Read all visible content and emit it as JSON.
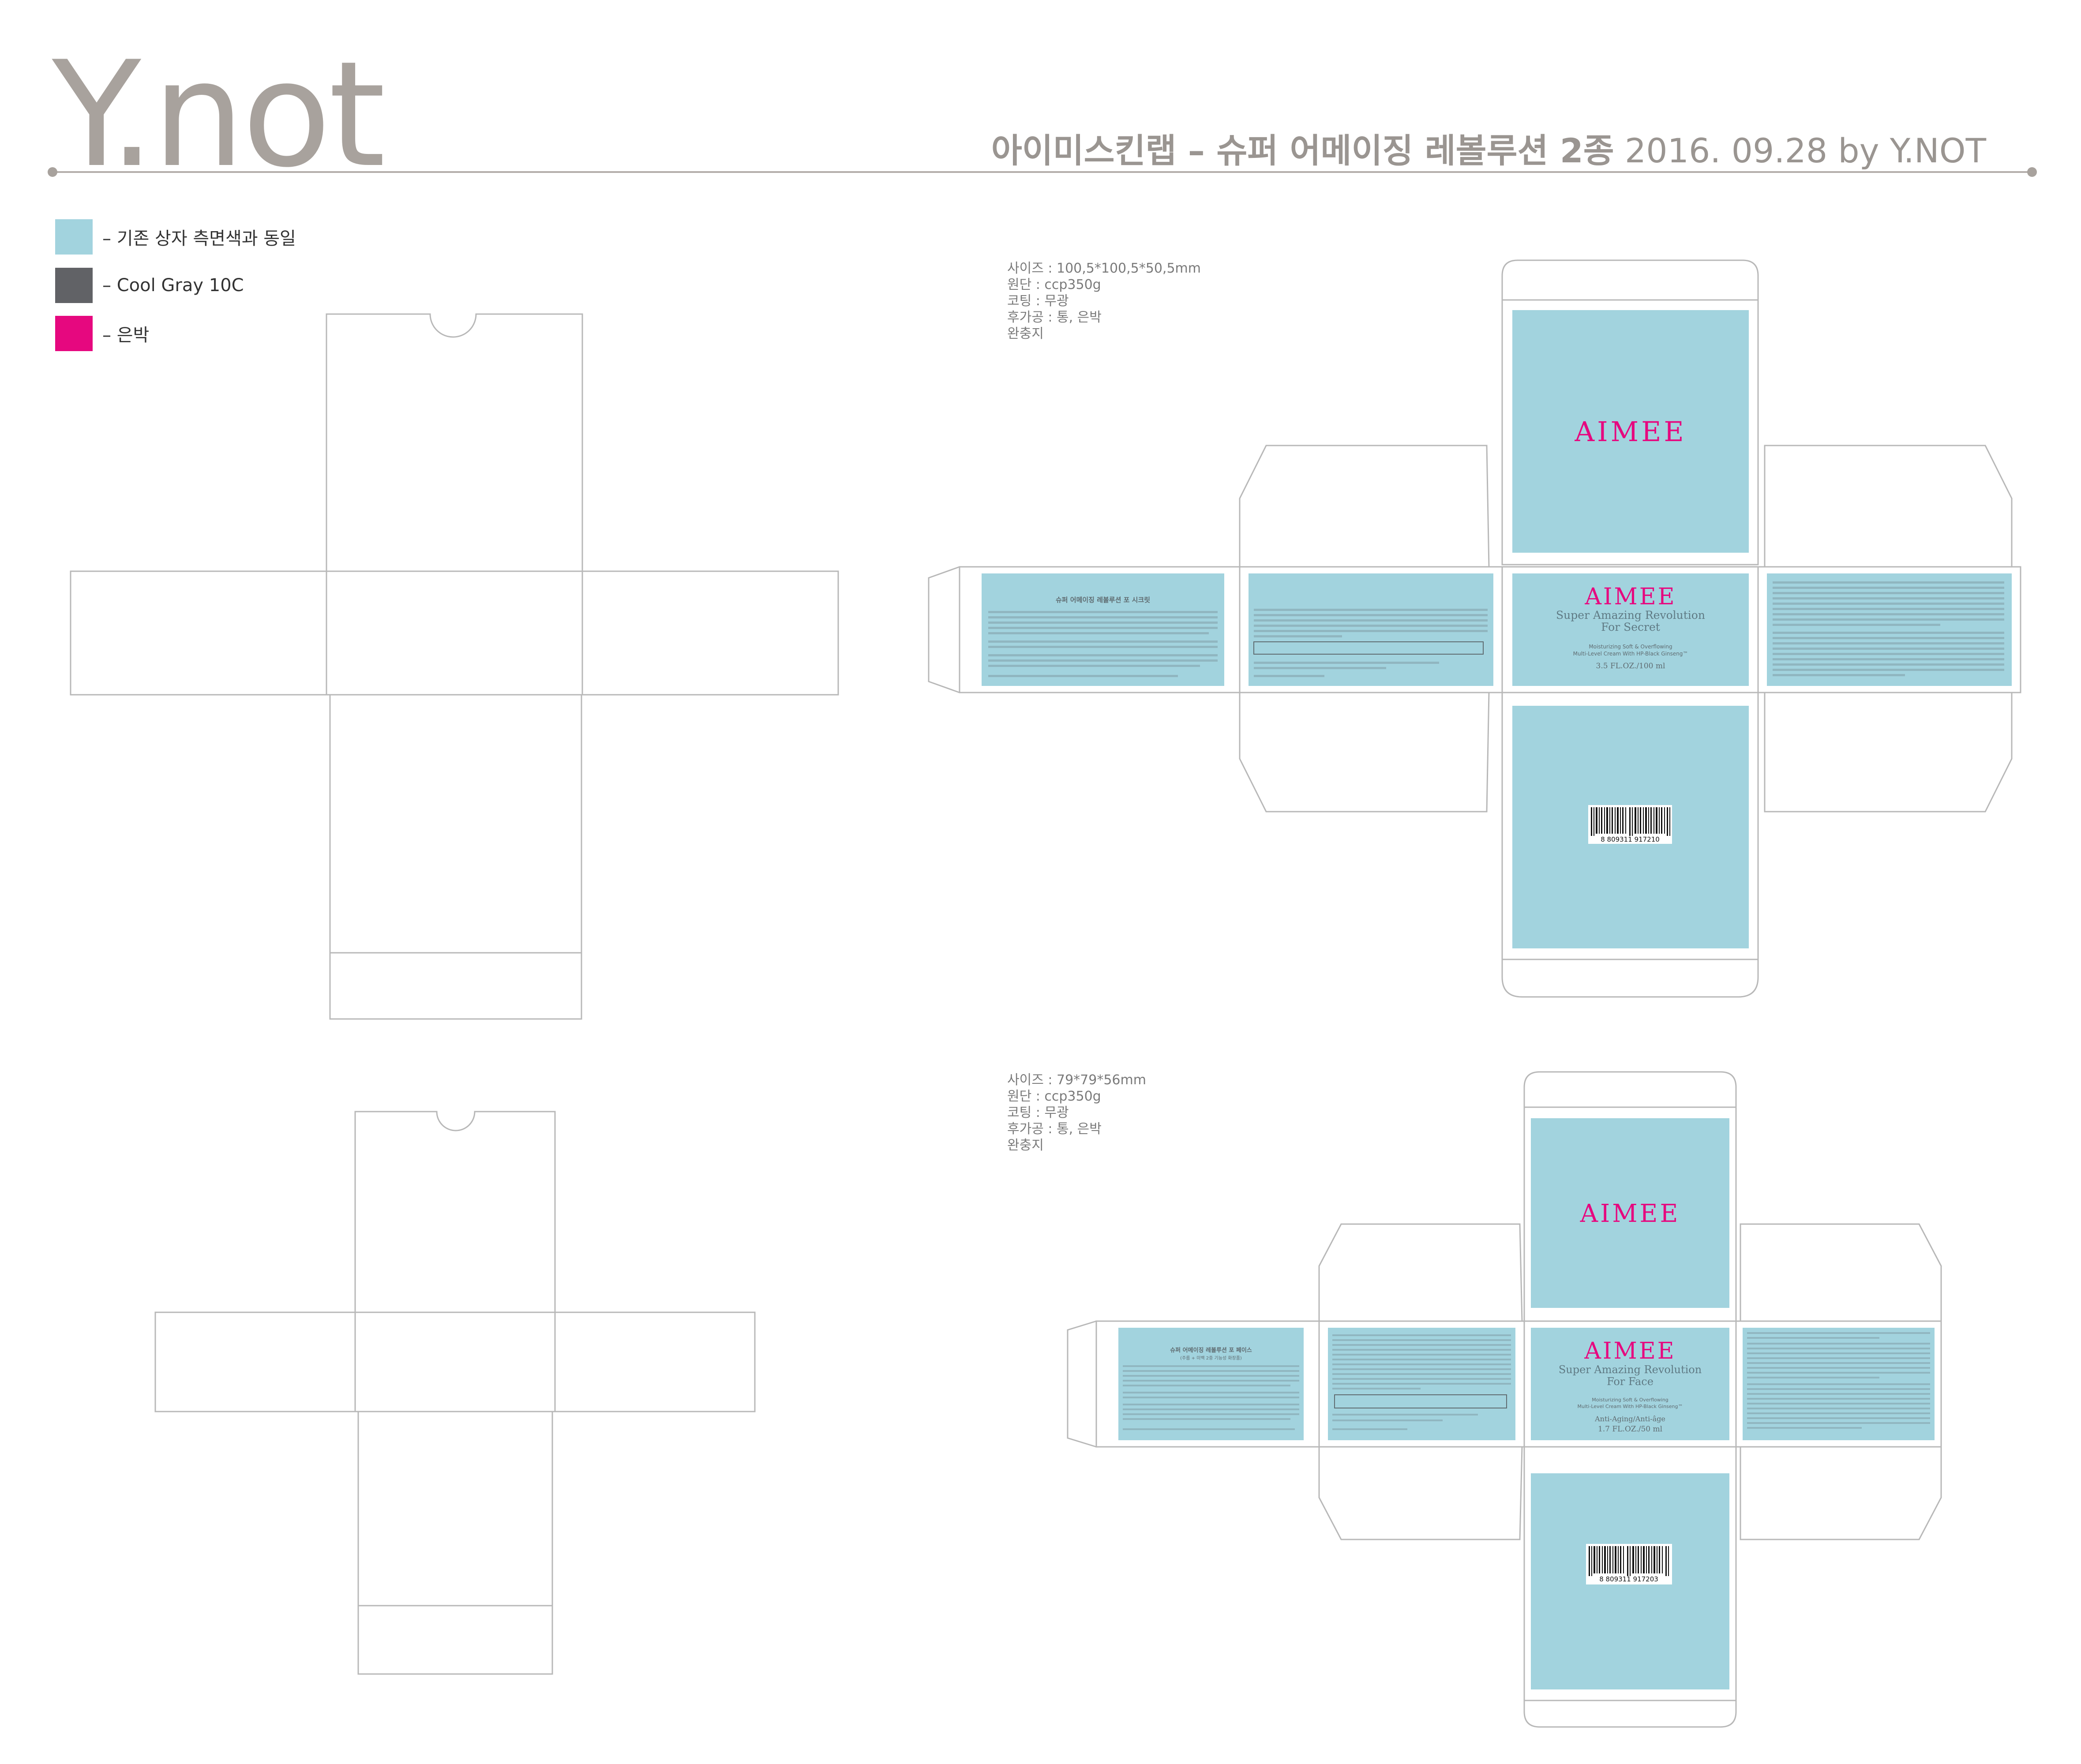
{
  "header": {
    "logo": "Y.not",
    "title_bold": "아이미스킨랩 – 슈퍼 어메이징 레볼루션 2종",
    "title_date": " 2016. 09.28 by Y.NOT"
  },
  "legend": [
    {
      "label": "– 기존 상자 측면색과 동일",
      "color": "#a2d3de"
    },
    {
      "label": "– Cool Gray 10C",
      "color": "#616266"
    },
    {
      "label": "– 은박",
      "color": "#e6087f"
    }
  ],
  "box1": {
    "spec": [
      "사이즈 : 100,5*100,5*50,5mm",
      "원단 : ccp350g",
      "코팅 : 무광",
      "후가공 : 통, 은박",
      "완충지"
    ],
    "brand": "AIMEE",
    "product_line1": "Super Amazing Revolution",
    "product_line2": "For Secret",
    "sub1": "Moisturizing Soft & Overflowing",
    "sub2": "Multi-Level Cream With HP-Black Ginseng™",
    "volume": "3.5 FL.OZ./100 ml",
    "korean_title": "슈퍼 어메이징 레볼루션 포 시크릿",
    "barcode": "8 809311 917210"
  },
  "box2": {
    "spec": [
      "사이즈 : 79*79*56mm",
      "원단 : ccp350g",
      "코팅 : 무광",
      "후가공 : 통, 은박",
      "완충지"
    ],
    "brand": "AIMEE",
    "product_line1": "Super Amazing Revolution",
    "product_line2": "For Face",
    "sub1": "Moisturizing Soft & Overflowing",
    "sub2": "Multi-Level Cream With HP-Black Ginseng™",
    "claim": "Anti-Aging/Anti-âge",
    "volume": "1.7 FL.OZ./50 ml",
    "korean_title": "슈퍼 어메이징 레볼루션 포 페이스",
    "korean_sub": "(주름 + 미백 2중 기능성 화장품)",
    "barcode": "8 809311 917203"
  },
  "colors": {
    "blue": "#a2d3de",
    "gray": "#616266",
    "pink": "#e6087f",
    "line": "#b8b8b8"
  }
}
